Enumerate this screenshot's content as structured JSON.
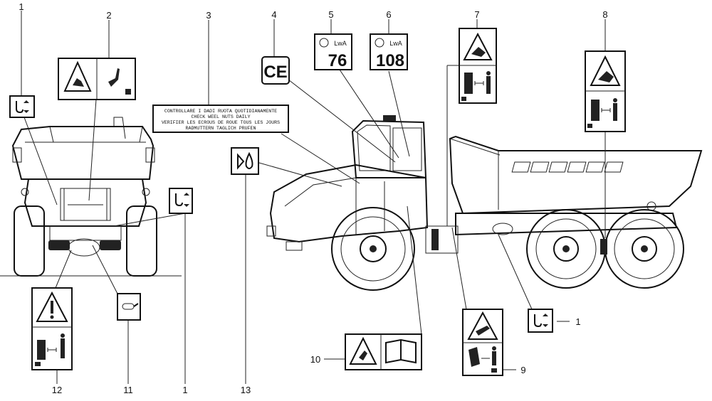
{
  "callouts": {
    "c1a": "1",
    "c2": "2",
    "c3": "3",
    "c4": "4",
    "c5": "5",
    "c6": "6",
    "c7": "7",
    "c8": "8",
    "c1b": "1",
    "c9": "9",
    "c10": "10",
    "c12": "12",
    "c11": "11",
    "c1c": "1",
    "c13": "13"
  },
  "decal3": [
    "CONTROLLARE I DADI RUOTA QUOTIDIANAMENTE",
    "CHECK WEEL NUTS DAILY",
    "VERIFIER LES ECROUS DE ROUE TOUS LES JOURS",
    "RADMUTTERN TAGLICH PRUFEN"
  ],
  "decal4": "CE",
  "decal5": {
    "unit": "LwA",
    "value": "76"
  },
  "decal6": {
    "unit": "LwA",
    "value": "108"
  },
  "colors": {
    "ink": "#111111",
    "paper": "#ffffff"
  },
  "icons": [
    "lifting-hook-icon",
    "warning-triangle-icon",
    "manual-book-icon",
    "hydraulic-oil-icon",
    "person-distance-icon",
    "ce-mark-icon",
    "sound-level-icon"
  ]
}
